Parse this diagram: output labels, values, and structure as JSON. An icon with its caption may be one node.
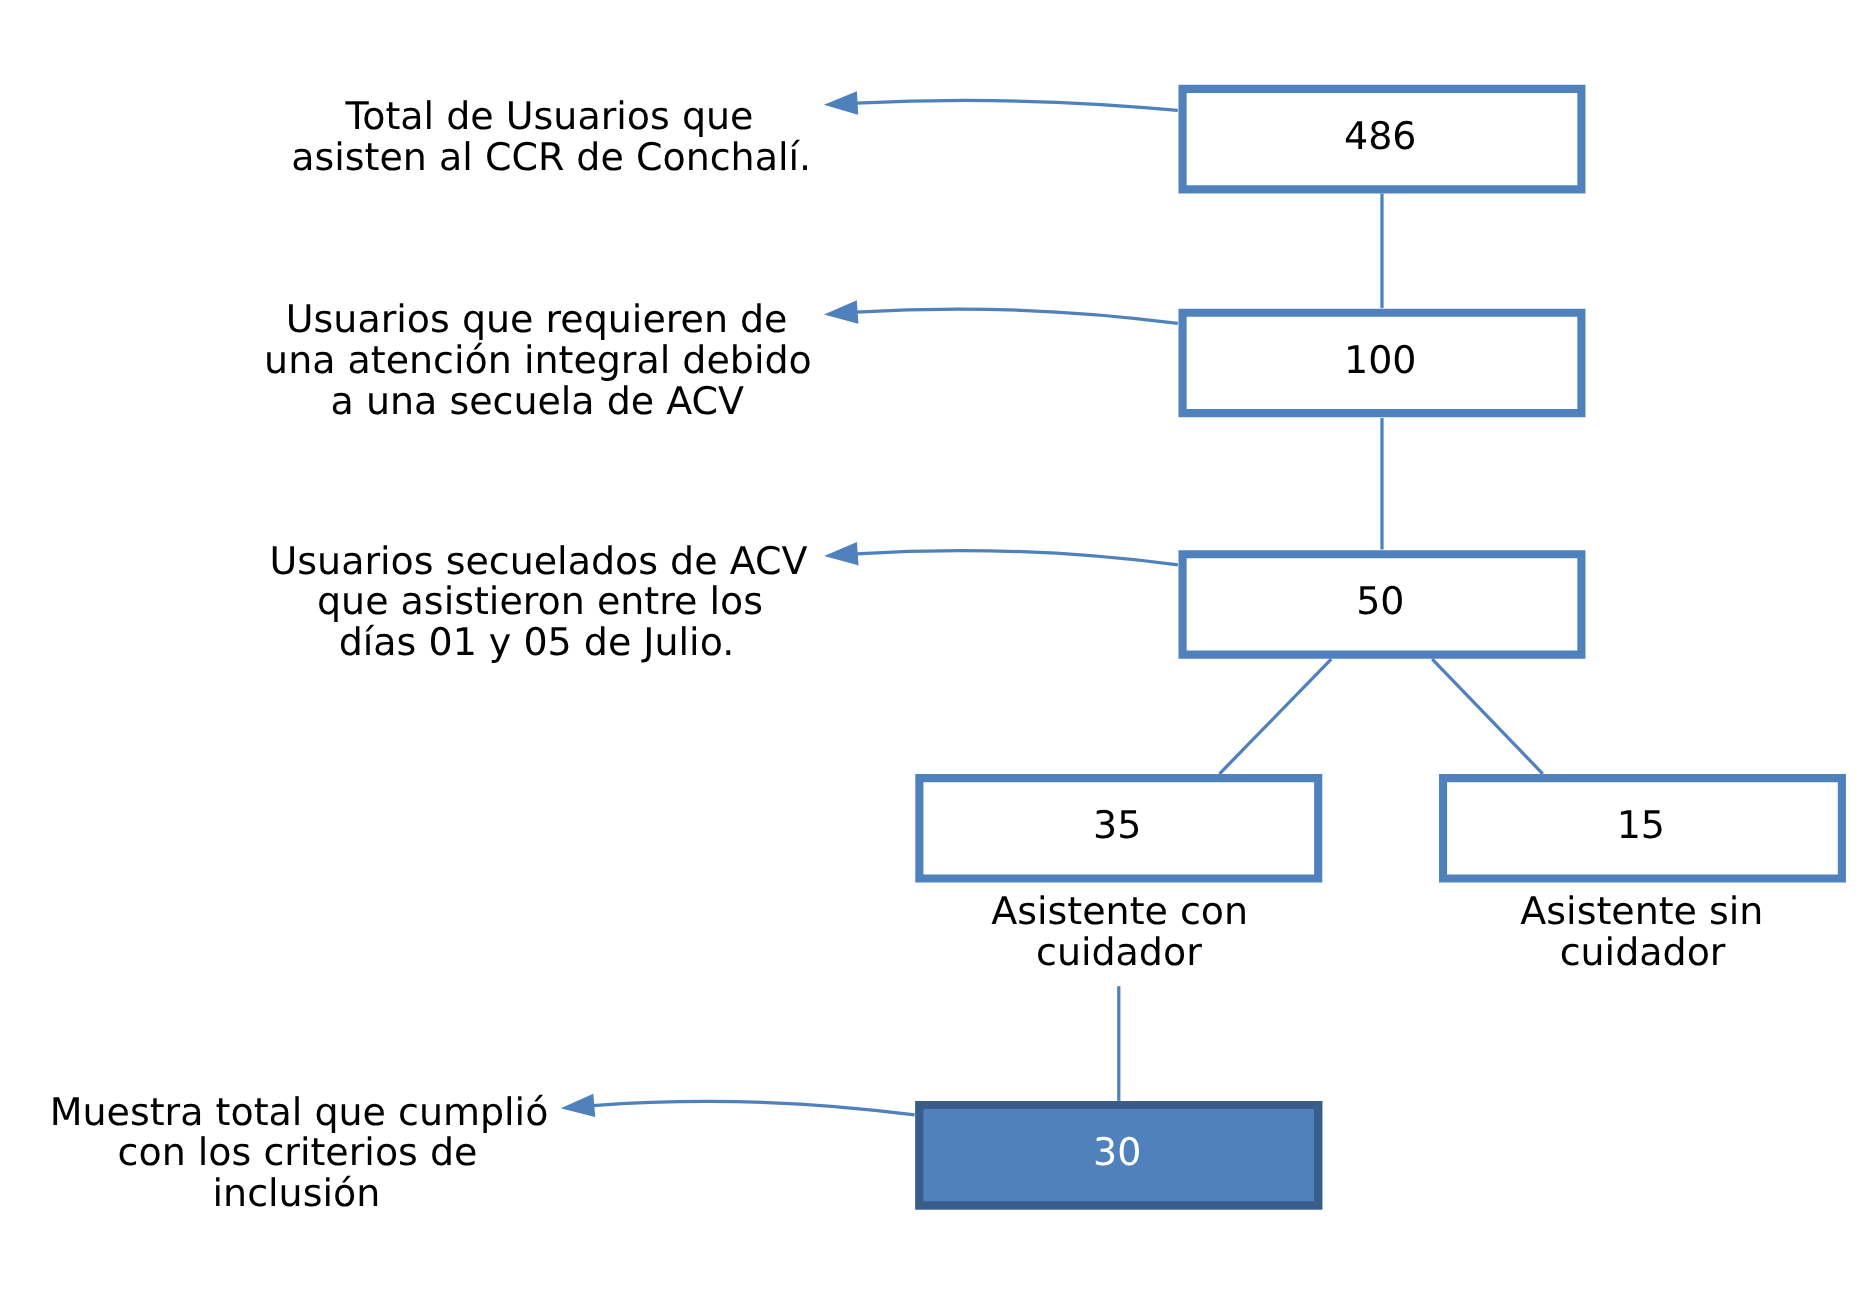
{
  "diagram": {
    "nodes": [
      {
        "text": [
          "Total de Usuarios que asisten al CCR de Conchalí."
        ]
      },
      {
        "text": [
          "486"
        ]
      },
      {
        "text": [
          "Usuarios que requieren de una atención integral debido a una secuela de ACV"
        ]
      },
      {
        "text": [
          "100"
        ]
      },
      {
        "text": [
          "Usuarios secuelados de ACV que asistieron entre los días 01 y 05 de Julio."
        ]
      },
      {
        "text": [
          "50"
        ]
      },
      {
        "text": [
          "35"
        ],
        "beside": [
          "Asistente con cuidador"
        ]
      },
      {
        "text": [
          "15"
        ],
        "beside": [
          "Asistente sin cuidador"
        ]
      },
      {
        "text": [
          "Muestra total que cumplió con los criterios de inclusión"
        ]
      },
      {
        "text": [
          "30"
        ]
      }
    ],
    "edges": [
      {
        "from": 1,
        "to": 0,
        "arrow": "to"
      },
      {
        "from": 1,
        "to": 3,
        "arrow": "none"
      },
      {
        "from": 3,
        "to": 2,
        "arrow": "to"
      },
      {
        "from": 3,
        "to": 5,
        "arrow": "none"
      },
      {
        "from": 5,
        "to": 4,
        "arrow": "to"
      },
      {
        "from": 5,
        "to": 6,
        "arrow": "none"
      },
      {
        "from": 5,
        "to": 7,
        "arrow": "none"
      },
      {
        "from": 6,
        "to": 9,
        "arrow": "none"
      },
      {
        "from": 9,
        "to": 8,
        "arrow": "to"
      }
    ]
  }
}
